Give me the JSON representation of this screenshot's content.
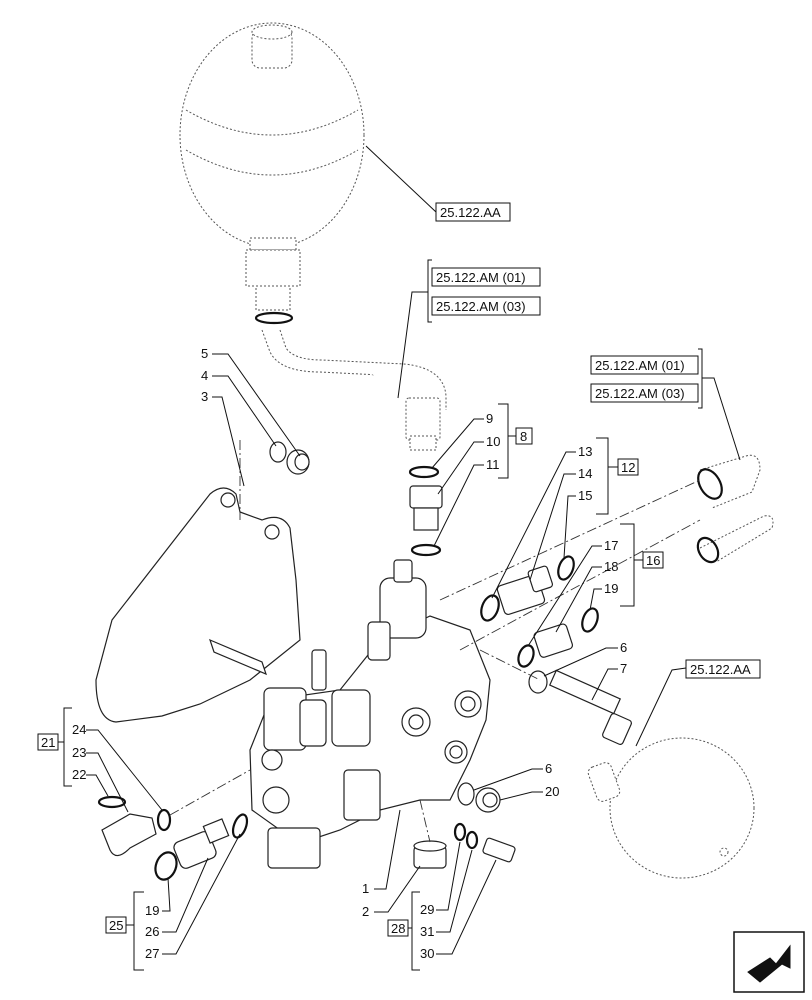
{
  "references": {
    "accumulator_top": "25.122.AA",
    "pipe_ref_1": "25.122.AM (01)",
    "pipe_ref_2": "25.122.AM (03)",
    "hose_ref_1": "25.122.AM (01)",
    "hose_ref_2": "25.122.AM (03)",
    "accumulator_bottom": "25.122.AA"
  },
  "groups": {
    "g8": "8",
    "g12": "12",
    "g16": "16",
    "g21": "21",
    "g25": "25",
    "g28": "28"
  },
  "callouts": {
    "c5": "5",
    "c4": "4",
    "c3": "3",
    "c9": "9",
    "c10": "10",
    "c11": "11",
    "c13": "13",
    "c14": "14",
    "c15": "15",
    "c17": "17",
    "c18": "18",
    "c19a": "19",
    "c6a": "6",
    "c7": "7",
    "c24": "24",
    "c23": "23",
    "c22": "22",
    "c6b": "6",
    "c20": "20",
    "c1": "1",
    "c2": "2",
    "c19b": "19",
    "c26": "26",
    "c27": "27",
    "c29": "29",
    "c31": "31",
    "c30": "30"
  },
  "icons": {
    "nav": "arrow-next-icon"
  }
}
